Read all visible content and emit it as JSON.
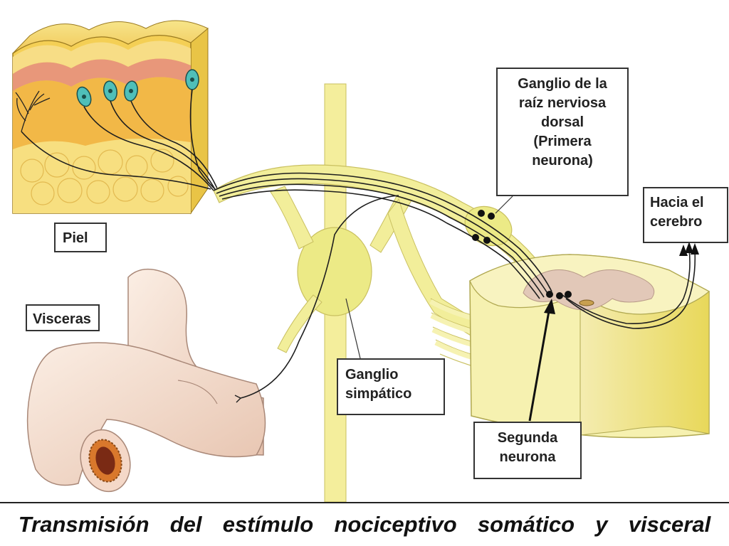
{
  "labels": {
    "ganglio_dorsal": "Ganglio de la\nraíz nerviosa\ndorsal\n(Primera\nneurona)",
    "hacia_cerebro": "Hacia el\ncerebro",
    "piel": "Piel",
    "visceras": "Visceras",
    "ganglio_simpatico": "Ganglio\nsimpático",
    "segunda_neurona": "Segunda\nneurona"
  },
  "caption": "Transmisión  del  estímulo  nociceptivo  somático  y  visceral",
  "colors": {
    "nerve_yellow": "#f2ee9a",
    "skin_pink": "#e89a7c",
    "skin_orange": "#f2b240",
    "intestine": "#f4d8c8",
    "spinal_cord": "#f6f1b0",
    "gray_matter": "#e2c8b8"
  }
}
